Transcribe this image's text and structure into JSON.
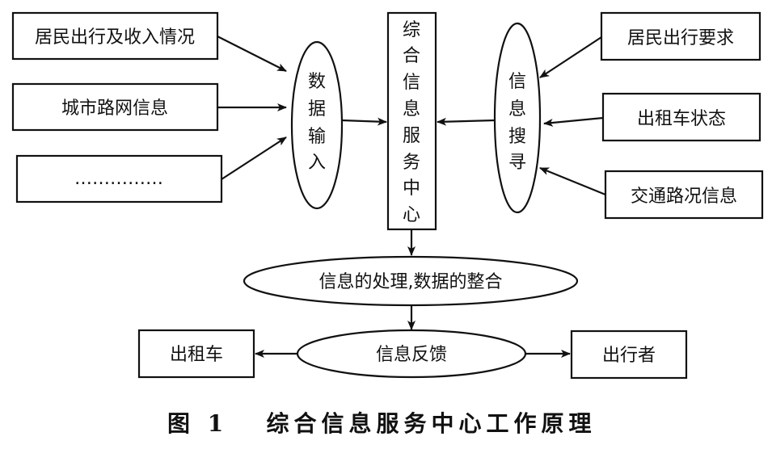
{
  "diagram": {
    "inputs_left": [
      {
        "label": "居民出行及收入情况"
      },
      {
        "label": "城市路网信息"
      },
      {
        "label": "……………"
      }
    ],
    "input_node": {
      "label": "数据输入",
      "chars": [
        "数",
        "据",
        "输",
        "入"
      ]
    },
    "center_node": {
      "label": "综合信息服务中心",
      "chars": [
        "综",
        "合",
        "信",
        "息",
        "服",
        "务",
        "中",
        "心"
      ]
    },
    "search_node": {
      "label": "信息搜寻",
      "chars": [
        "信",
        "息",
        "搜",
        "寻"
      ]
    },
    "inputs_right": [
      {
        "label": "居民出行要求"
      },
      {
        "label": "出租车状态"
      },
      {
        "label": "交通路况信息"
      }
    ],
    "process_node": {
      "label": "信息的处理,数据的整合"
    },
    "feedback_node": {
      "label": "信息反馈"
    },
    "outputs": [
      {
        "label": "出租车"
      },
      {
        "label": "出行者"
      }
    ]
  },
  "caption": "图 1   综合信息服务中心工作原理"
}
